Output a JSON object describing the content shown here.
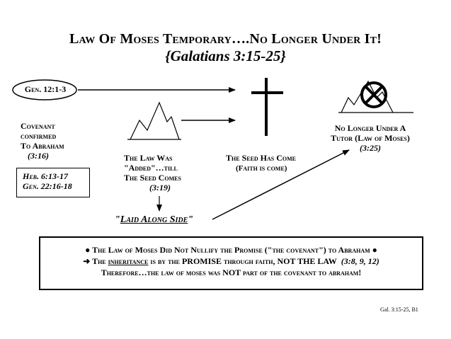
{
  "title": "Law Of Moses Temporary….No Longer Under It!",
  "subtitle": "{Galatians 3:15-25}",
  "gen_ref": "Gen. 12:1-3",
  "covenant": {
    "line1": "Covenant",
    "line2": "confirmed",
    "line3": "To Abraham",
    "ref": "(3:16)"
  },
  "heb_box": {
    "line1": "Heb. 6:13-17",
    "line2": "Gen. 22:16-18"
  },
  "law": {
    "line1": "The Law Was",
    "line2": "\"Added\"…till",
    "line3": "The Seed Comes",
    "ref": "(3:19)"
  },
  "laid": {
    "open": "\"",
    "text": "Laid Along Side",
    "close": "\""
  },
  "seed": {
    "line1": "The Seed Has Come",
    "line2": "(Faith is come)"
  },
  "tutor": {
    "line1": "No Longer Under A",
    "line2": "Tutor (Law of Moses)",
    "ref": "(3:25)"
  },
  "summary": {
    "line1": "The Law of Moses Did Not Nullify the Promise (\"the covenant\") to Abraham",
    "line2_a": "The ",
    "line2_b": "inheritance",
    "line2_c": " is by the ",
    "line2_d": "PROMISE",
    "line2_e": " through faith, ",
    "line2_f": "NOT THE LAW",
    "line2_g": "  (3:8, 9, 12)",
    "line3": "Therefore…the law of moses was NOT part of the covenant to abraham!"
  },
  "footer": "Gal. 3:15-25, B1"
}
